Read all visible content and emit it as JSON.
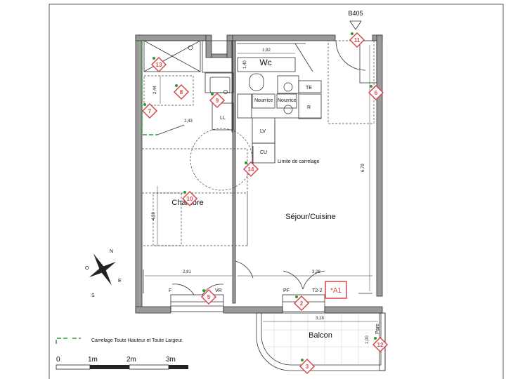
{
  "plan": {
    "unit_code": "B405",
    "rooms": {
      "wc": "Wc",
      "chambre": "Chambre",
      "sejour": "Séjour/Cuisine",
      "balcon": "Balcon"
    },
    "fixtures": {
      "nourrice1": "Nourrice",
      "nourrice2": "Nourrice",
      "te": "TE",
      "r": "R",
      "ll": "LL",
      "lv": "LV",
      "cu": "CU",
      "f": "F",
      "vr": "VR",
      "pf": "PF",
      "t22": "T2-2",
      "pare": "Pare"
    },
    "limit_label": "Limite de carrelage",
    "dimensions": {
      "d192": "1,92",
      "d140": "1,40",
      "d244": "2,44",
      "d243": "2,43",
      "d679": "6,79",
      "d428": "4,28",
      "d281": "2,81",
      "d328": "3,28",
      "d318": "3,18",
      "d100": "1,00"
    },
    "tag": "*A1",
    "markers": [
      "13",
      "8",
      "9",
      "7",
      "11",
      "6",
      "14",
      "10",
      "5",
      "2",
      "3",
      "12"
    ],
    "legend_text": "Carrelage Toute Hauteur et Toute Largeur.",
    "compass": {
      "n": "N",
      "s": "S",
      "e": "E",
      "o": "O"
    },
    "scale": {
      "labels": [
        "0",
        "1m",
        "2m",
        "3m"
      ]
    }
  },
  "colors": {
    "marker": "#d8474d",
    "tile": "#2e9a2e",
    "wall": "#9a9a9a"
  }
}
